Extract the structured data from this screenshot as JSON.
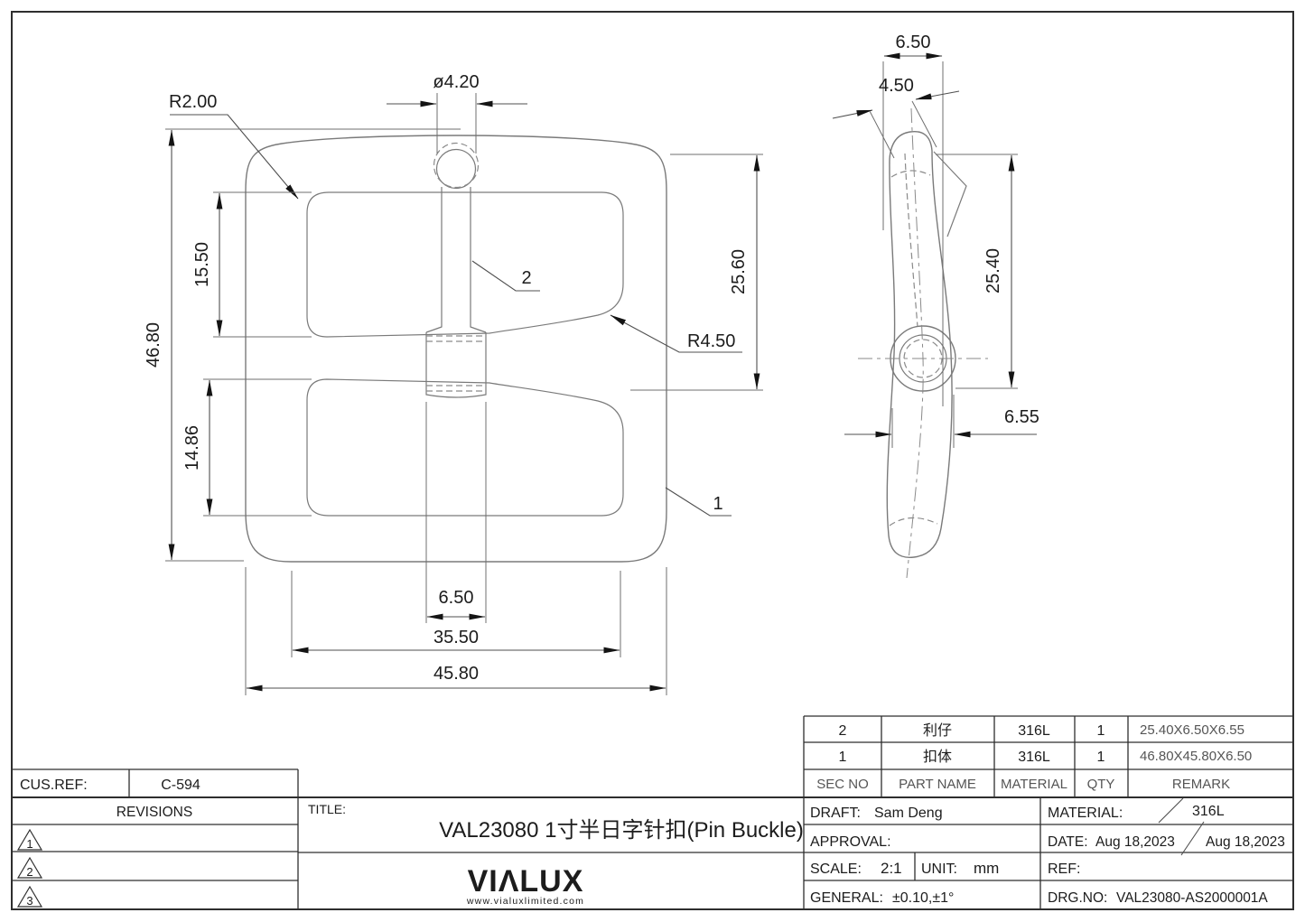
{
  "colors": {
    "ink": "#1c1c1c",
    "line": "#7a7a7a"
  },
  "front_view": {
    "dim_r2": "R2.00",
    "dim_dia": "ø4.20",
    "dim_top_slot": "15.50",
    "dim_height": "46.80",
    "dim_bottom_slot": "14.86",
    "dim_right_height": "25.60",
    "dim_r45": "R4.50",
    "dim_bar_width": "6.50",
    "dim_inner_width": "35.50",
    "dim_width": "45.80",
    "label_pin": "2",
    "label_body": "1"
  },
  "side_view": {
    "dim_width_top": "6.50",
    "dim_pin_dia": "4.50",
    "dim_length": "25.40",
    "dim_width_bottom": "6.55"
  },
  "parts_table": {
    "headers": {
      "sec_no": "SEC NO",
      "part_name": "PART NAME",
      "material": "MATERIAL",
      "qty": "QTY",
      "remark": "REMARK"
    },
    "rows": [
      {
        "sec_no": "2",
        "part_name": "利仔",
        "material": "316L",
        "qty": "1",
        "remark": "25.40X6.50X6.55"
      },
      {
        "sec_no": "1",
        "part_name": "扣体",
        "material": "316L",
        "qty": "1",
        "remark": "46.80X45.80X6.50"
      }
    ]
  },
  "title_block": {
    "cus_ref_label": "CUS.REF:",
    "cus_ref_value": "C-594",
    "revisions_label": "REVISIONS",
    "revision_markers": [
      "1",
      "2",
      "3"
    ],
    "title_label": "TITLE:",
    "title_value": "VAL23080   1寸半日字针扣(Pin Buckle)",
    "logo_text": "VIΛLUX",
    "logo_url": "www.vialuxlimited.com",
    "draft_label": "DRAFT:",
    "draft_value": "Sam Deng",
    "approval_label": "APPROVAL:",
    "material_label": "MATERIAL:",
    "material_value": "316L",
    "date_label": "DATE:",
    "date_value": "Aug 18,2023",
    "date_value2": "Aug 18,2023",
    "scale_label": "SCALE:",
    "scale_value": "2:1",
    "unit_label": "UNIT:",
    "unit_value": "mm",
    "ref_label": "REF:",
    "general_label": "GENERAL:",
    "general_value": "±0.10,±1°",
    "drgno_label": "DRG.NO:",
    "drgno_value": "VAL23080-AS2000001A"
  }
}
